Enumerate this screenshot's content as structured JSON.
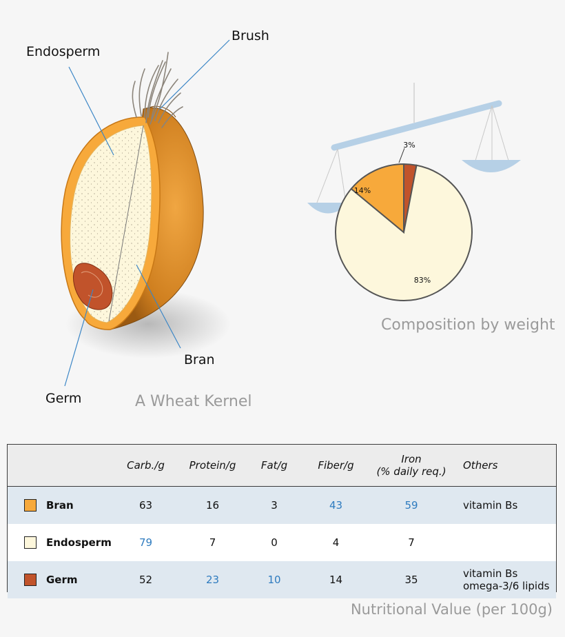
{
  "kernel": {
    "caption": "A Wheat Kernel",
    "labels": {
      "endosperm": "Endosperm",
      "brush": "Brush",
      "bran": "Bran",
      "germ": "Germ"
    }
  },
  "colors": {
    "bran": "#f7a93b",
    "endosperm": "#fdf7dc",
    "germ": "#c1532b",
    "leader": "#3b86c6",
    "highlight": "#2e7bbf",
    "scale": "#b6d0e6"
  },
  "chart_data": {
    "type": "pie",
    "title": "Composition by weight",
    "slices": [
      {
        "name": "Germ",
        "value": 3,
        "label": "3%"
      },
      {
        "name": "Endosperm",
        "value": 83,
        "label": "83%"
      },
      {
        "name": "Bran",
        "value": 14,
        "label": "14%"
      }
    ]
  },
  "table": {
    "caption": "Nutritional Value (per 100g)",
    "headers": [
      "",
      "Carb./g",
      "Protein/g",
      "Fat/g",
      "Fiber/g",
      "Iron\n(% daily req.)",
      "Others"
    ],
    "rows": [
      {
        "name": "Bran",
        "values": [
          "63",
          "16",
          "3",
          "43",
          "59"
        ],
        "highlight": [
          false,
          false,
          false,
          true,
          true
        ],
        "others": [
          "vitamin Bs"
        ]
      },
      {
        "name": "Endosperm",
        "values": [
          "79",
          "7",
          "0",
          "4",
          "7"
        ],
        "highlight": [
          true,
          false,
          false,
          false,
          false
        ],
        "others": []
      },
      {
        "name": "Germ",
        "values": [
          "52",
          "23",
          "10",
          "14",
          "35"
        ],
        "highlight": [
          false,
          true,
          true,
          false,
          false
        ],
        "others": [
          "vitamin Bs",
          "omega-3/6 lipids"
        ]
      }
    ]
  }
}
